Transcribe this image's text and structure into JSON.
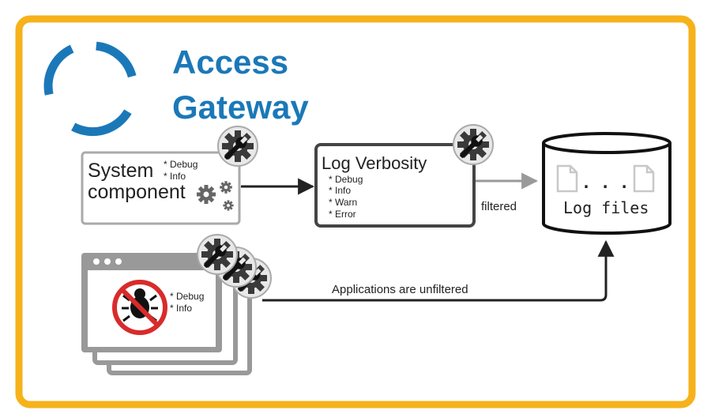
{
  "title": {
    "line1": "Access",
    "line2": "Gateway"
  },
  "system_component": {
    "title_line1": "System",
    "title_line2": "component",
    "levels": [
      "* Debug",
      "* Info"
    ]
  },
  "log_verbosity": {
    "title": "Log Verbosity",
    "levels": [
      "* Debug",
      "* Info",
      "* Warn",
      "* Error"
    ]
  },
  "log_files": {
    "label": "Log files",
    "dots": ". . ."
  },
  "applications": {
    "levels": [
      "* Debug",
      "* Info"
    ]
  },
  "edges": {
    "filtered": "filtered",
    "unfiltered": "Applications are unfiltered"
  },
  "colors": {
    "frame": "#f6b21b",
    "brand": "#1b78b8",
    "gray": "#999999",
    "dark": "#333333",
    "bug_ring": "#d92b2b"
  }
}
